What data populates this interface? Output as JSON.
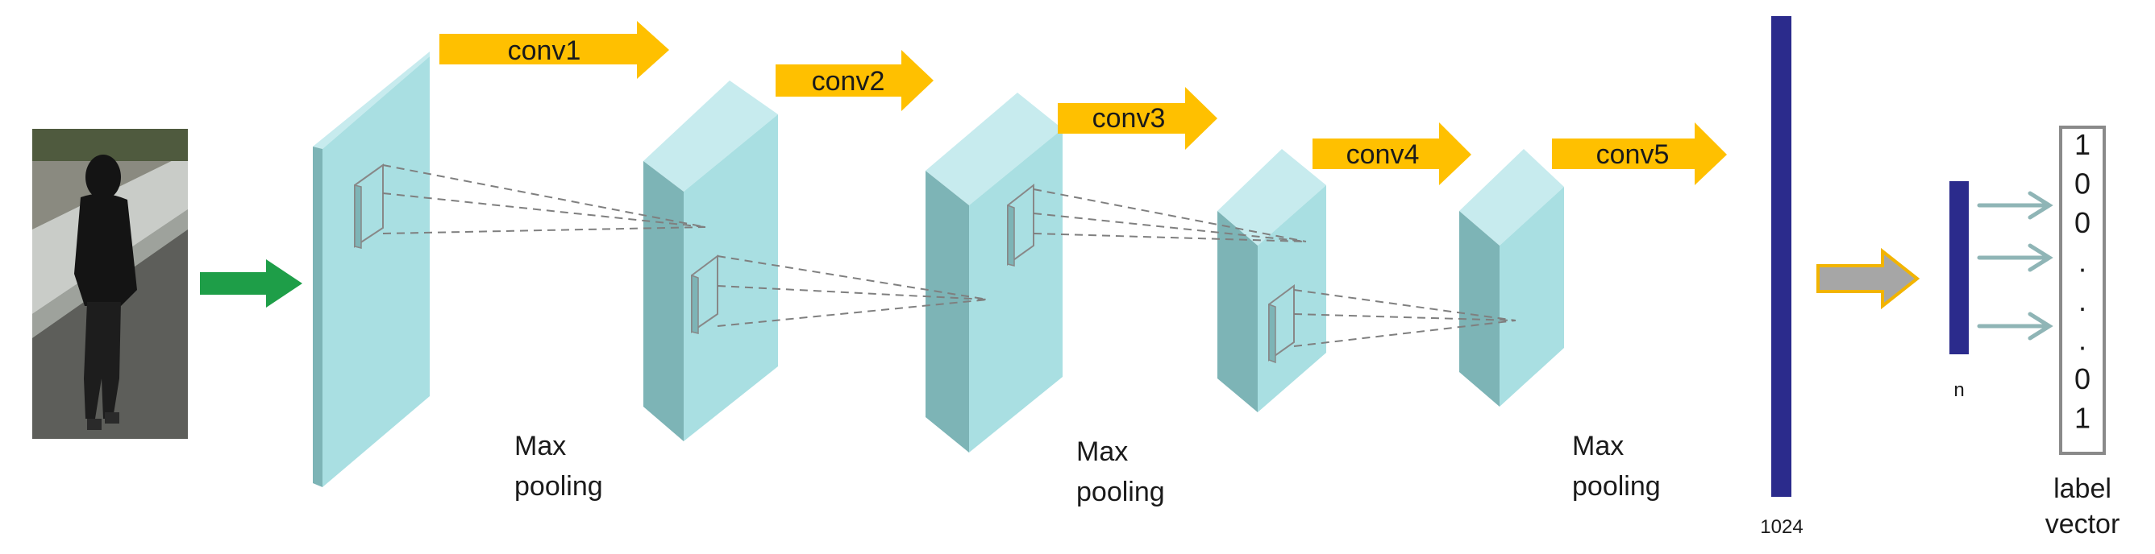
{
  "layers": {
    "conv": [
      "conv1",
      "conv2",
      "conv3",
      "conv4",
      "conv5"
    ],
    "pooling": [
      [
        "Max",
        "pooling"
      ],
      [
        "Max",
        "pooling"
      ],
      [
        "Max",
        "pooling"
      ]
    ]
  },
  "fc": {
    "size_label": "1024",
    "output_size_label": "n"
  },
  "label_vector": {
    "values": [
      "1",
      "0",
      "0",
      ".",
      ".",
      ".",
      "0",
      "1"
    ],
    "caption": [
      "label",
      "vector"
    ]
  },
  "colors": {
    "conv_arrow": "#FFC000",
    "input_arrow": "#1E9E48",
    "fc_arrow": "#A6A6A6",
    "fc_arrow_outline": "#F2B400",
    "block_front": "#A9DFE2",
    "block_top": "#C7EBEE",
    "block_side": "#7DB4B6",
    "fc_bar": "#2B2B8C",
    "output_arrow": "#8FB5B6"
  },
  "icons": {
    "input_image": "pedestrian-photo",
    "output_arrows": "arrow-right-icon"
  }
}
